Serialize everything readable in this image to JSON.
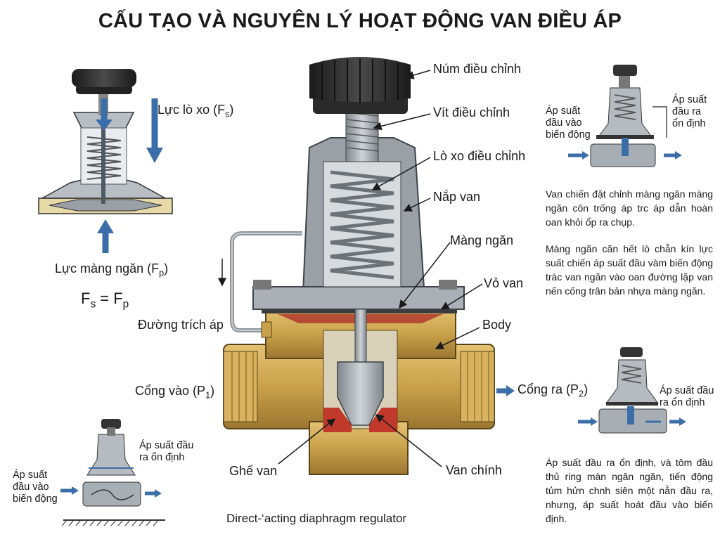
{
  "title": "CẤU TẠO VÀ NGUYÊN LÝ HOẠT ĐỘNG VAN ĐIỀU ÁP",
  "main_labels": {
    "knob": "Núm điều chỉnh",
    "screw": "Vít điều chỉnh",
    "spring": "Lò xo điều chỉnh",
    "bonnet": "Nắp van",
    "diaphragm": "Màng ngăn",
    "shell": "Vỏ van",
    "body": "Body",
    "sense_line": "Đường trích áp",
    "inlet": "Cổng vào (P",
    "inlet_sub": "1",
    "outlet": "Cổng ra (P",
    "outlet_sub": "2",
    "seat": "Ghế van",
    "main_valve": "Van chính",
    "caption": "Direct-‘acting diaphragm regulator"
  },
  "force_panel": {
    "spring_force": "Lực lò xo (F",
    "spring_sub": "s",
    "diaphragm_force": "Lực màng ngăn (F",
    "diaphragm_sub": "p",
    "eq_left": "F",
    "eq_left_sub": "s",
    "eq_mid": " = F",
    "eq_right_sub": "p"
  },
  "top_right": {
    "in_label": "Áp suất\nđầu vào\nbiến động",
    "out_label": "Áp suất\nđầu ra\nổn định",
    "para1": "Van chiến đặt chỉnh màng ngăn màng ngăn côn trống áp trc áp dẫn hoàn oan khỏi ổp ra chụp.",
    "para2": "Màng ngăn căn hết lò chẫn kín lực suất chiến áp suất đầu vàm biến động trác van ngăn vào oan đường lặp van nến cống trân bản nhựa màng ngăn."
  },
  "mid_right": {
    "out_label": "Áp suất đầu\nra ổn định",
    "para": "Áp suất đầu ra ổn định, và tôm đầu thủ ring màn ngăn ngăn, tiến động tủm hửn chnh siên một nẫn đầu ra, nhưng, áp suất hoát đầu vào biến định."
  },
  "bottom_left": {
    "in_label": "Áp suất\nđầu vào\nbiến động",
    "out_label": "Áp suất đầu\nra ổn định"
  },
  "colors": {
    "arrow_blue": "#3b6ea8",
    "brass": "#c9a14a",
    "steel": "#9aa0a6",
    "knob": "#2a2a2a",
    "seal_red": "#c0392b"
  }
}
